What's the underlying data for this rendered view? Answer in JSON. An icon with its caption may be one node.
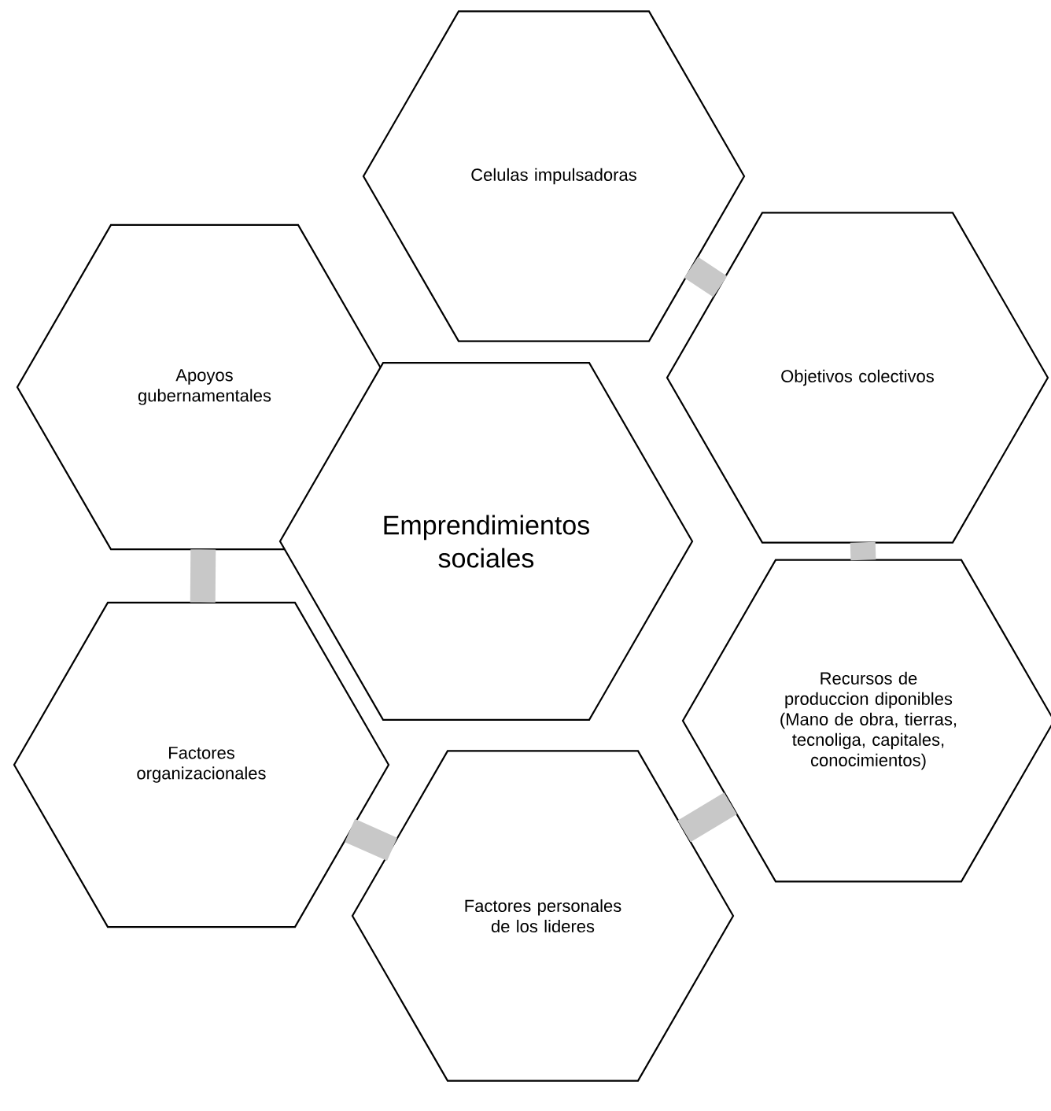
{
  "diagram": {
    "nodes": [
      {
        "text": [
          "Emprendimientos sociales"
        ]
      },
      {
        "text": [
          "Celulas impulsadoras"
        ]
      },
      {
        "text": [
          "Objetivos colectivos"
        ]
      },
      {
        "text": [
          "Recursos de produccion diponibles (Mano de obra, tierras, tecnoliga, capitales, conocimientos)"
        ]
      },
      {
        "text": [
          "Factores personales de los lideres"
        ]
      },
      {
        "text": [
          "Factores organizacionales"
        ]
      },
      {
        "text": [
          "Apoyos gubernamentales"
        ]
      }
    ],
    "edges": [
      {
        "from": 1,
        "to": 2,
        "arrow": "none"
      },
      {
        "from": 2,
        "to": 3,
        "arrow": "none"
      },
      {
        "from": 3,
        "to": 4,
        "arrow": "none"
      },
      {
        "from": 4,
        "to": 5,
        "arrow": "none"
      },
      {
        "from": 5,
        "to": 6,
        "arrow": "none"
      }
    ]
  }
}
